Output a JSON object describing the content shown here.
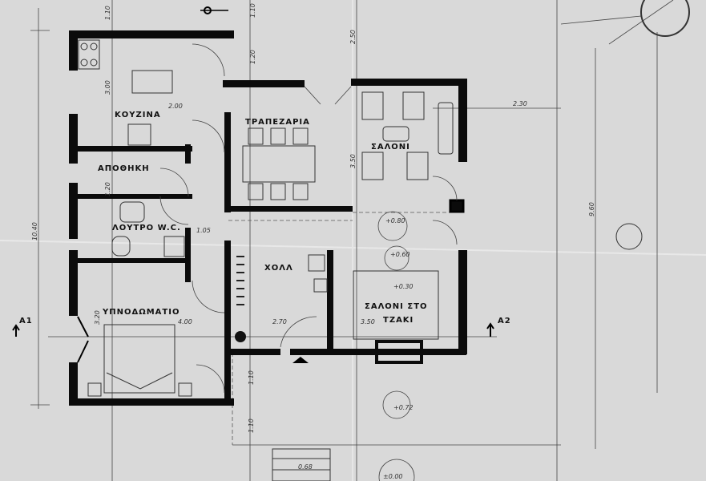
{
  "rooms": {
    "kitchen": "ΚΟΥΖΙΝΑ",
    "dining": "ΤΡΑΠΕΖΑΡΙΑ",
    "living": "ΣΑΛΟΝΙ",
    "storage": "ΑΠΟΘΗΚΗ",
    "bath": "ΛΟΥΤΡΟ W.C.",
    "hall": "ΧΟΛΛ",
    "bedroom": "ΥΠΝΟΔΩΜΑΤΙΟ",
    "fireplace_living_1": "ΣΑΛΟΝΙ ΣΤΟ",
    "fireplace_living_2": "ΤΖΑΚΙ"
  },
  "dimensions": {
    "overall_left": "10.40",
    "overall_right": "9.60",
    "living_depth": "2.30",
    "hall_width": "2.70",
    "fireplace_width": "3.50",
    "kitchen_height": "3.00",
    "top_margin_1": "1.10",
    "top_margin_2": "1.10",
    "top_margin_3": "1.20",
    "bedroom_height": "3.20",
    "bedroom_width": "4.00",
    "kitchen_width": "2.00",
    "bath_width": "1.05",
    "storage_height": "1.20",
    "bottom_1": "1.10",
    "bottom_2": "1.10",
    "dining_top": "2.50",
    "living_side": "3.50",
    "stair_step": "0.68"
  },
  "levels": {
    "l1": "+0.80",
    "l2": "+0.60",
    "l3": "+0.30",
    "l4": "+0.72",
    "l5": "±0.00"
  },
  "section_marks": {
    "left": "A1",
    "right": "A2"
  }
}
